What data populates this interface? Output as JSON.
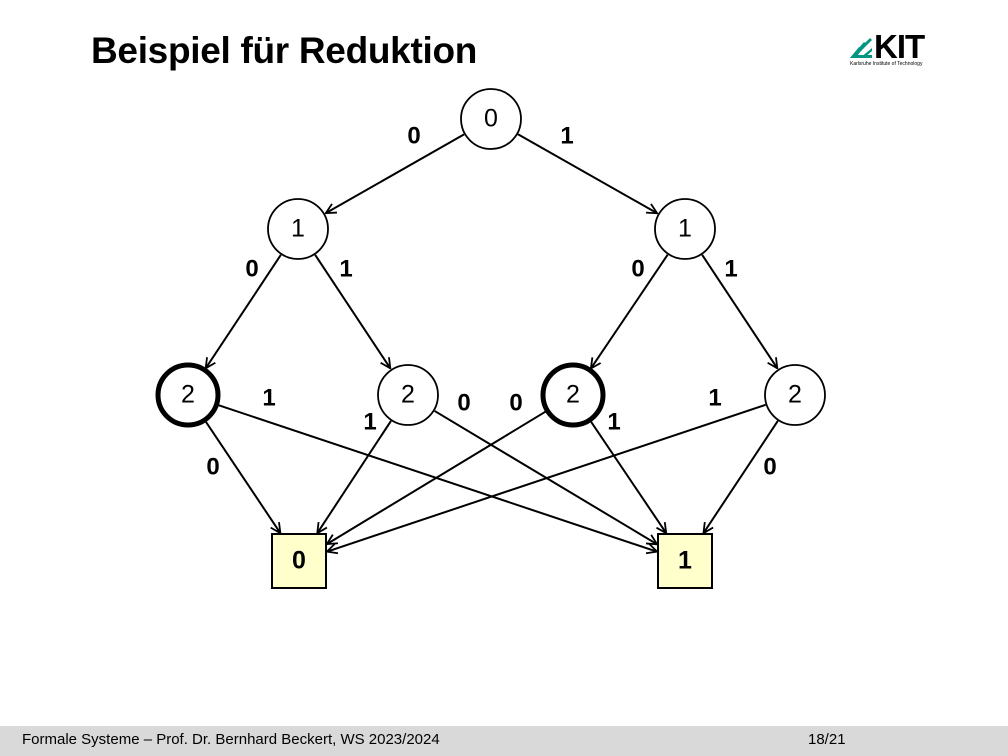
{
  "slide": {
    "title": "Beispiel für Reduktion",
    "footer_left": "Formale Systeme – Prof. Dr. Bernhard Beckert, WS 2023/2024",
    "footer_right": "18/21"
  },
  "logo": {
    "text": "KIT",
    "subtitle": "Karlsruhe Institute of Technology",
    "color": "#009682"
  },
  "diagram": {
    "nodes": [
      {
        "id": "n0",
        "label": "0",
        "bold": false
      },
      {
        "id": "n1L",
        "label": "1",
        "bold": false
      },
      {
        "id": "n1R",
        "label": "1",
        "bold": false
      },
      {
        "id": "n2a",
        "label": "2",
        "bold": true
      },
      {
        "id": "n2b",
        "label": "2",
        "bold": false
      },
      {
        "id": "n2c",
        "label": "2",
        "bold": true
      },
      {
        "id": "n2d",
        "label": "2",
        "bold": false
      }
    ],
    "terminals": [
      {
        "id": "t0",
        "label": "0",
        "fill": "#ffffcc"
      },
      {
        "id": "t1",
        "label": "1",
        "fill": "#ffffcc"
      }
    ],
    "edges": [
      {
        "from": "n0",
        "to": "n1L",
        "label": "0"
      },
      {
        "from": "n0",
        "to": "n1R",
        "label": "1"
      },
      {
        "from": "n1L",
        "to": "n2a",
        "label": "0"
      },
      {
        "from": "n1L",
        "to": "n2b",
        "label": "1"
      },
      {
        "from": "n1R",
        "to": "n2c",
        "label": "0"
      },
      {
        "from": "n1R",
        "to": "n2d",
        "label": "1"
      },
      {
        "from": "n2a",
        "to": "t0",
        "label": "0"
      },
      {
        "from": "n2a",
        "to": "t1",
        "label": "1"
      },
      {
        "from": "n2b",
        "to": "t0",
        "label": "1"
      },
      {
        "from": "n2b",
        "to": "t1",
        "label": "0"
      },
      {
        "from": "n2c",
        "to": "t0",
        "label": "0"
      },
      {
        "from": "n2c",
        "to": "t1",
        "label": "1"
      },
      {
        "from": "n2d",
        "to": "t0",
        "label": "1"
      },
      {
        "from": "n2d",
        "to": "t1",
        "label": "0"
      }
    ]
  }
}
